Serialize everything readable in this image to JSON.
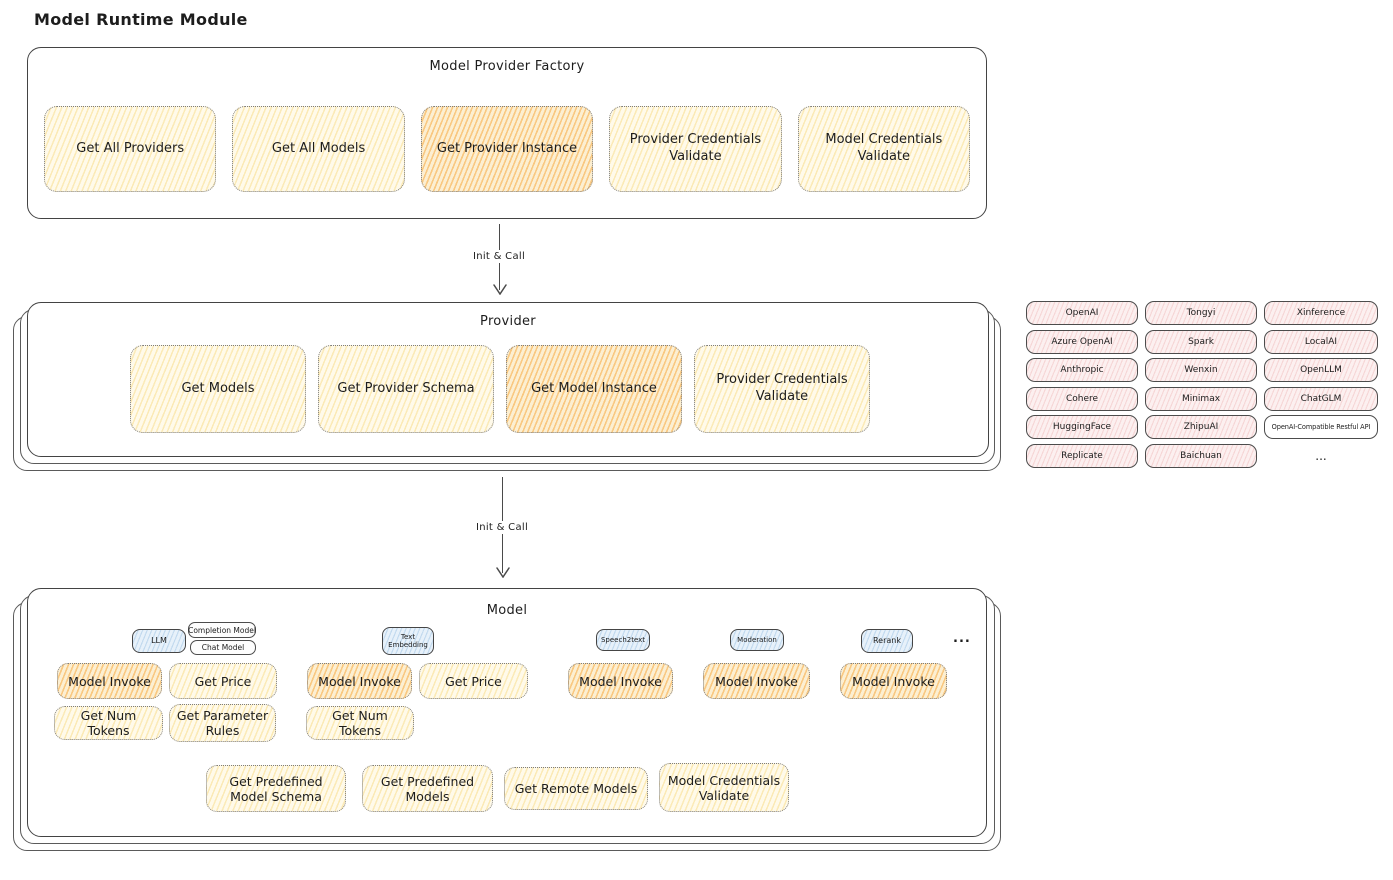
{
  "page": {
    "title": "Model Runtime Module"
  },
  "arrows": [
    {
      "label": "Init & Call"
    },
    {
      "label": "Init & Call"
    }
  ],
  "factory": {
    "title": "Model Provider Factory",
    "buttons": [
      {
        "label": "Get All Providers",
        "highlight": false
      },
      {
        "label": "Get All Models",
        "highlight": false
      },
      {
        "label": "Get Provider Instance",
        "highlight": true
      },
      {
        "label": "Provider Credentials Validate",
        "highlight": false
      },
      {
        "label": "Model Credentials Validate",
        "highlight": false
      }
    ]
  },
  "provider": {
    "title": "Provider",
    "buttons": [
      {
        "label": "Get Models",
        "highlight": false
      },
      {
        "label": "Get Provider Schema",
        "highlight": false
      },
      {
        "label": "Get Model Instance",
        "highlight": true
      },
      {
        "label": "Provider Credentials Validate",
        "highlight": false
      }
    ]
  },
  "provider_list": {
    "rows": [
      [
        "OpenAI",
        "Tongyi",
        "Xinference"
      ],
      [
        "Azure OpenAI",
        "Spark",
        "LocalAI"
      ],
      [
        "Anthropic",
        "Wenxin",
        "OpenLLM"
      ],
      [
        "Cohere",
        "Minimax",
        "ChatGLM"
      ],
      [
        "HuggingFace",
        "ZhipuAI",
        "OpenAI-Compatible Restful API"
      ],
      [
        "Replicate",
        "Baichuan",
        "..."
      ]
    ]
  },
  "model": {
    "title": "Model",
    "tags": {
      "llm": "LLM",
      "completion": "Completion Model",
      "chat": "Chat Model",
      "text_embedding": "Text Embedding",
      "speech2text": "Speech2text",
      "moderation": "Moderation",
      "rerank": "Rerank",
      "ellipsis": "..."
    },
    "buttons": {
      "model_invoke": "Model Invoke",
      "get_price": "Get Price",
      "get_num_tokens": "Get Num Tokens",
      "get_parameter_rules": "Get Parameter Rules"
    },
    "bottom_buttons": [
      {
        "label": "Get Predefined Model Schema"
      },
      {
        "label": "Get Predefined Models"
      },
      {
        "label": "Get Remote Models"
      },
      {
        "label": "Model Credentials Validate"
      }
    ]
  },
  "colors": {
    "highlight_orange": "#f6a84a",
    "light_yellow": "#fdf3cf",
    "provider_pink": "#fcf0f0",
    "tag_blue": "#e7f1fa",
    "line": "#4a4a4a"
  }
}
